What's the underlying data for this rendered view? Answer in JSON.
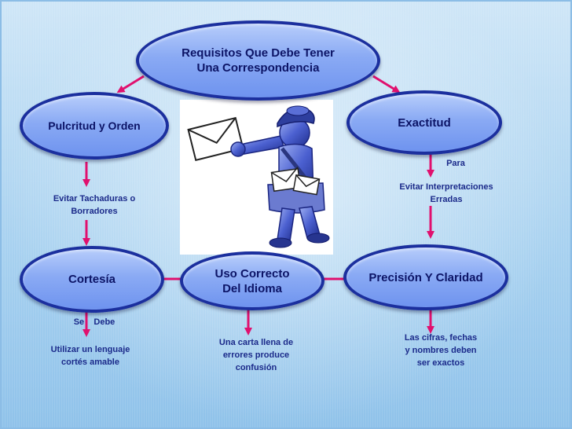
{
  "nodes": {
    "root": "Requisitos Que Debe Tener\nUna Correspondencia",
    "pulcritud": "Pulcritud y Orden",
    "exactitud": "Exactitud",
    "cortesia": "Cortesía",
    "uso": "Uso Correcto\nDel Idioma",
    "precision": "Precisión Y Claridad"
  },
  "notes": {
    "pulcritud_note": "Evitar Tachaduras o\nBorradores",
    "para": "Para",
    "exactitud_note": "Evitar Interpretaciones\nErradas",
    "se_debe": "Se    Debe",
    "cortesia_note": "Utilizar un lenguaje\ncortés  amable",
    "uso_note": "Una carta llena de\nerrores produce\nconfusión",
    "precision_note": "Las cifras, fechas\ny nombres deben\nser exactos"
  },
  "colors": {
    "arrow": "#e0106e",
    "node_border": "#1b2f9e",
    "node_fill": "#8aaaf4",
    "text": "#0c1466",
    "figure": "#3f54c7"
  },
  "illustration": {
    "icon": "mail-carrier-figure-icon"
  }
}
